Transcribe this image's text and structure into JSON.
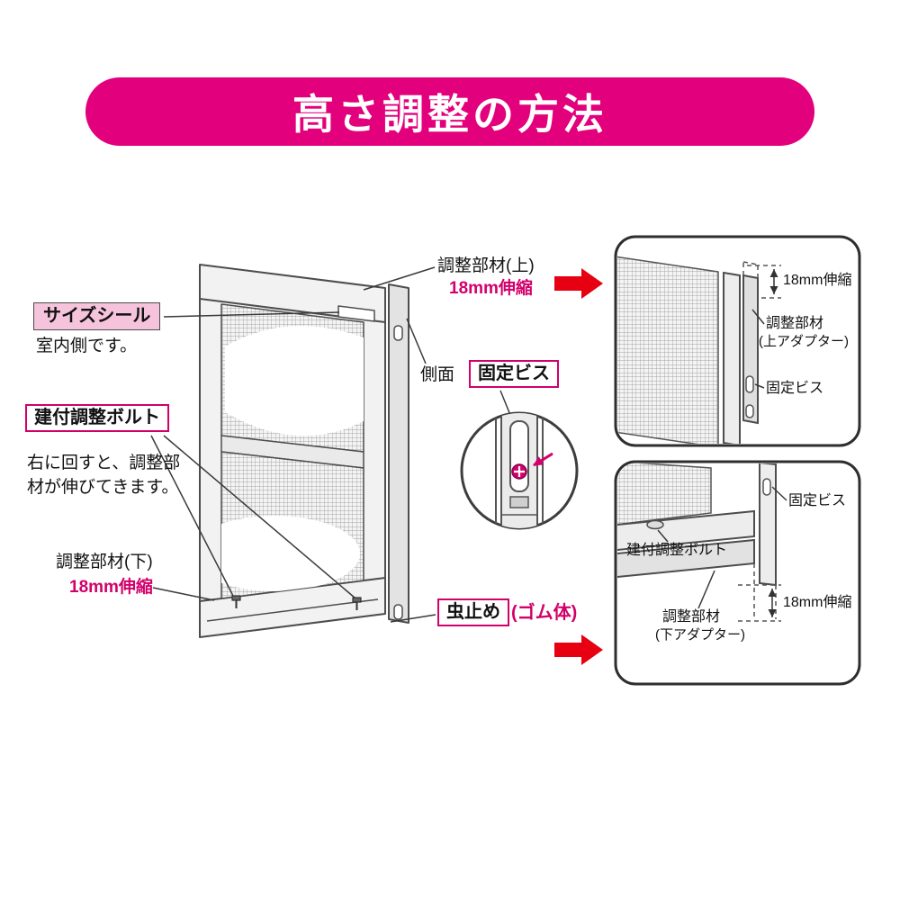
{
  "title": "高さ調整の方法",
  "colors": {
    "accent": "#E3007C",
    "magenta_text": "#D2006B",
    "arrow_red": "#E60012"
  },
  "door_labels": {
    "upper_part": "調整部材(上)",
    "upper_mm": "18mm伸縮",
    "side": "側面",
    "fixing_screw": "固定ビス",
    "size_seal": "サイズシール",
    "size_seal_note": "室内側です。",
    "bolt": "建付調整ボルト",
    "bolt_note_1": "右に回すと、調整部",
    "bolt_note_2": "材が伸びてきます。",
    "lower_part": "調整部材(下)",
    "lower_mm": "18mm伸縮",
    "bug_stop": "虫止め",
    "rubber": "(ゴム体)"
  },
  "panel_top": {
    "mm": "18mm伸縮",
    "adapter_1": "調整部材",
    "adapter_2": "(上アダプター)",
    "screw": "固定ビス"
  },
  "panel_bottom": {
    "screw": "固定ビス",
    "bolt": "建付調整ボルト",
    "adapter_1": "調整部材",
    "adapter_2": "(下アダプター)",
    "mm": "18mm伸縮"
  }
}
